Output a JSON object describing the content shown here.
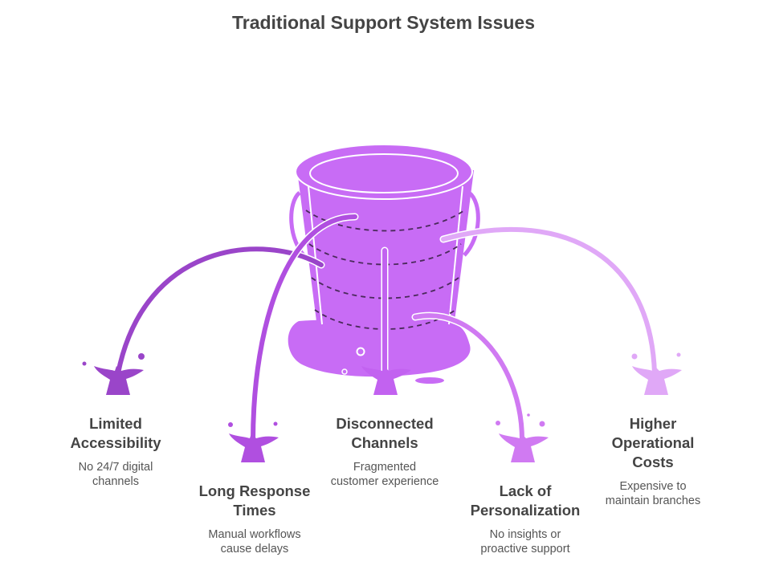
{
  "title": "Traditional Support System Issues",
  "colors": {
    "bucket": "#c86cf5",
    "bucket_outline": "#ffffff",
    "puddle": "#c86cf5",
    "text": "#444444"
  },
  "issues": [
    {
      "id": "limited-accessibility",
      "heading_lines": [
        "Limited",
        "Accessibility"
      ],
      "desc_lines": [
        "No 24/7 digital",
        "channels"
      ],
      "color": "#9a45c9"
    },
    {
      "id": "long-response-times",
      "heading_lines": [
        "Long Response",
        "Times"
      ],
      "desc_lines": [
        "Manual workflows",
        "cause delays"
      ],
      "color": "#b04fe0"
    },
    {
      "id": "disconnected-channels",
      "heading_lines": [
        "Disconnected",
        "Channels"
      ],
      "desc_lines": [
        "Fragmented",
        "customer experience"
      ],
      "color": "#c262f0"
    },
    {
      "id": "lack-of-personalization",
      "heading_lines": [
        "Lack of",
        "Personalization"
      ],
      "desc_lines": [
        "No insights or",
        "proactive support"
      ],
      "color": "#d07af2"
    },
    {
      "id": "higher-operational-costs",
      "heading_lines": [
        "Higher",
        "Operational",
        "Costs"
      ],
      "desc_lines": [
        "Expensive to",
        "maintain branches"
      ],
      "color": "#e0a8f7"
    }
  ]
}
